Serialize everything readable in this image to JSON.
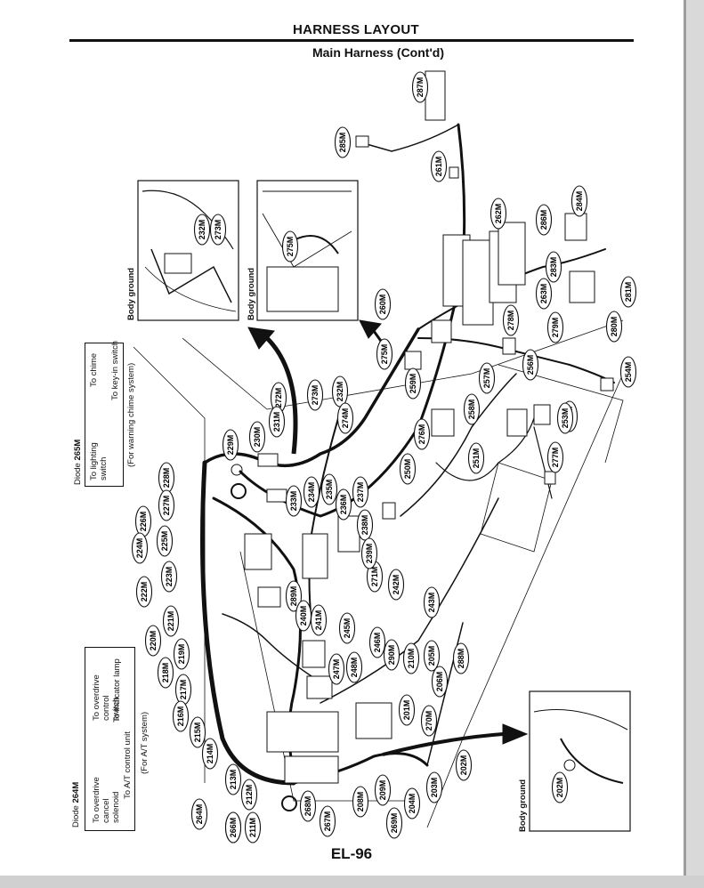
{
  "header": {
    "title": "HARNESS LAYOUT",
    "subtitle": "Main Harness (Cont'd)"
  },
  "footer": {
    "page_number": "EL-96"
  },
  "colors": {
    "ink": "#111111",
    "paper": "#ffffff",
    "frame": "#d9d9d9"
  },
  "insets": {
    "left": {
      "caption": "Body ground",
      "connectors": [
        "232M",
        "273M"
      ]
    },
    "middle": {
      "caption": "Body ground",
      "connectors": [
        "275M"
      ]
    },
    "bottom": {
      "caption": "Body ground",
      "connectors": [
        "202M"
      ]
    }
  },
  "diode_chime": {
    "title": "Diode",
    "id": "265M",
    "to_lighting": "To lighting",
    "switch": "switch",
    "to_chime": "To chime",
    "to_key_in": "To key-in switch",
    "note": "(For warning chime system)"
  },
  "diode_at": {
    "title": "Diode",
    "id": "264M",
    "to_overdrive_cancel": "To overdrive",
    "cancel": "cancel",
    "solenoid": "solenoid",
    "to_overdrive_control": "To overdrive",
    "control": "control",
    "switch": "switch",
    "to_indicator": "To indicator lamp",
    "to_at_unit": "To A/T control unit",
    "note": "(For A/T system)"
  },
  "connectors": [
    "287M",
    "285M",
    "261M",
    "262M",
    "286M",
    "284M",
    "283M",
    "263M",
    "281M",
    "280M",
    "279M",
    "278M",
    "260M",
    "275M",
    "259M",
    "258M",
    "257M",
    "256M",
    "255M",
    "254M",
    "253M",
    "277M",
    "276M",
    "251M",
    "250M",
    "272M",
    "271M",
    "273M",
    "232M",
    "274M",
    "231M",
    "230M",
    "229M",
    "228M",
    "227M",
    "226M",
    "225M",
    "224M",
    "223M",
    "222M",
    "221M",
    "220M",
    "219M",
    "218M",
    "217M",
    "216M",
    "215M",
    "214M",
    "213M",
    "212M",
    "211M",
    "265M",
    "264M",
    "233M",
    "234M",
    "235M",
    "236M",
    "237M",
    "238M",
    "239M",
    "242M",
    "243M",
    "289M",
    "240M",
    "241M",
    "245M",
    "246M",
    "247M",
    "248M",
    "290M",
    "210M",
    "205M",
    "206M",
    "288M",
    "201M",
    "270M",
    "202M",
    "203M",
    "204M",
    "269M",
    "208M",
    "209M",
    "267M",
    "268M",
    "266M"
  ]
}
